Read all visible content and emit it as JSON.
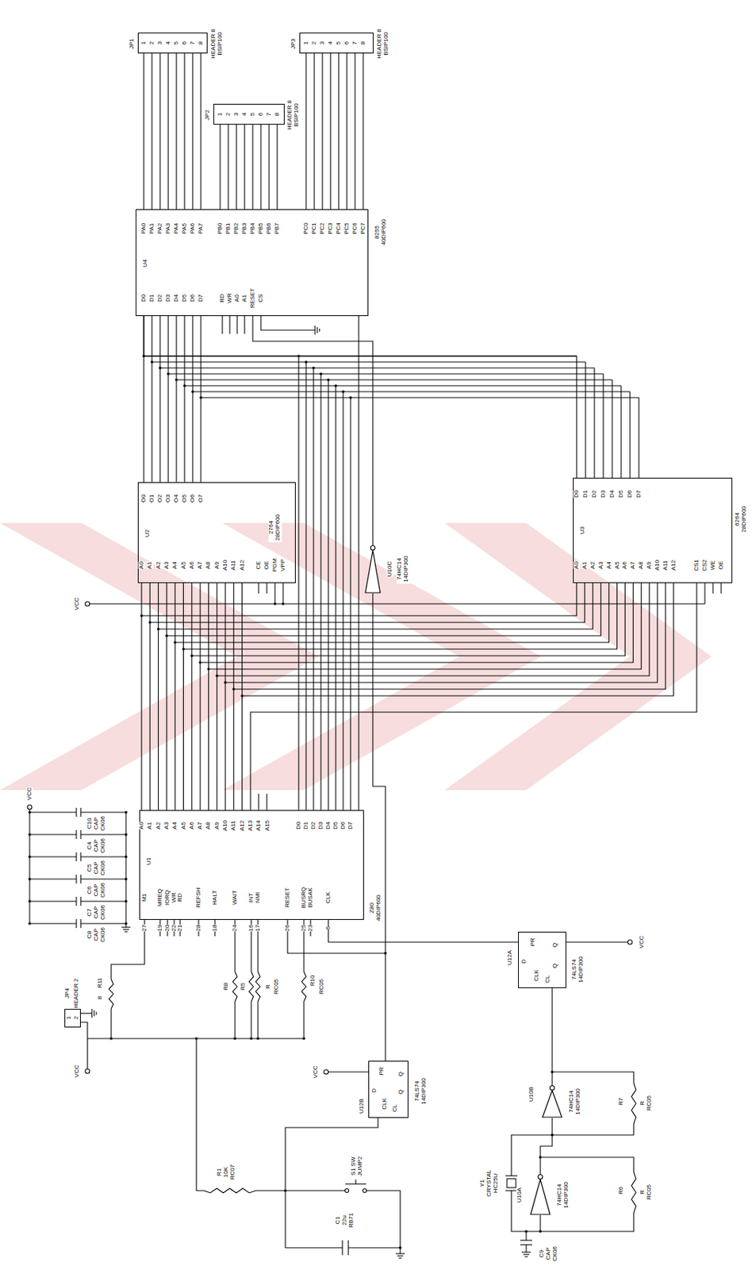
{
  "diagram": {
    "nodes": [
      {
        "text": [
          "JP1",
          "HEADER 8 BSIP100"
        ]
      },
      {
        "text": [
          "JP2",
          "HEADER 8 BSIP100"
        ]
      },
      {
        "text": [
          "JP3",
          "HEADER 8 BSIP100"
        ]
      },
      {
        "text": [
          "U4",
          "8255 40DIP600"
        ]
      },
      {
        "text": [
          "U2",
          "2764 28DIP600"
        ]
      },
      {
        "text": [
          "U10C",
          "74HC14 14DIP300"
        ]
      },
      {
        "text": [
          "U3",
          "6264 28DIP600"
        ]
      },
      {
        "text": [
          "U1",
          "Z80 40DIP600"
        ]
      },
      {
        "text": [
          "JP4",
          "HEADER 2"
        ]
      },
      {
        "text": [
          "U12A",
          "74LS74 14DIP300"
        ]
      },
      {
        "text": [
          "U12B",
          "74LS74 14DIP300"
        ]
      },
      {
        "text": [
          "U10B",
          "74HC14 14DIP300"
        ]
      },
      {
        "text": [
          "U10A",
          "74HC14 14DIP300"
        ]
      }
    ],
    "edges": [
      {
        "from": 7,
        "to": 4,
        "arrow": "none"
      },
      {
        "from": 7,
        "to": 6,
        "arrow": "none"
      },
      {
        "from": 7,
        "to": 3,
        "arrow": "none"
      },
      {
        "from": 3,
        "to": 0,
        "arrow": "none"
      },
      {
        "from": 3,
        "to": 1,
        "arrow": "none"
      },
      {
        "from": 3,
        "to": 2,
        "arrow": "none"
      },
      {
        "from": 5,
        "to": 3,
        "arrow": "none"
      },
      {
        "from": 10,
        "to": 7,
        "arrow": "none"
      },
      {
        "from": 9,
        "to": 7,
        "arrow": "none"
      },
      {
        "from": 12,
        "to": 11,
        "arrow": "none"
      },
      {
        "from": 11,
        "to": 9,
        "arrow": "none"
      },
      {
        "from": 4,
        "to": 3,
        "arrow": "none"
      },
      {
        "from": 6,
        "to": 3,
        "arrow": "none"
      }
    ],
    "labels": [
      "A0",
      "A1",
      "A2",
      "A3",
      "A4",
      "A5",
      "A6",
      "A7",
      "A8",
      "A9",
      "A10",
      "A11",
      "A12",
      "A13",
      "A14",
      "A15",
      "D0",
      "D1",
      "D2",
      "D3",
      "D4",
      "D5",
      "D6",
      "D7",
      "M1",
      "MREQ",
      "IORQ",
      "WR",
      "RD",
      "REFSH",
      "HALT",
      "WAIT",
      "INT",
      "NMI",
      "RESET",
      "BUSRQ",
      "BUSAK",
      "CLK",
      "27",
      "19",
      "20",
      "22",
      "21",
      "28",
      "18",
      "24",
      "16",
      "17",
      "26",
      "25",
      "23",
      "6",
      "O0",
      "O1",
      "O2",
      "O3",
      "O4",
      "O5",
      "O6",
      "O7",
      "A0",
      "A1",
      "A2",
      "A3",
      "A4",
      "A5",
      "A6",
      "A7",
      "A8",
      "A9",
      "A10",
      "A11",
      "A12",
      "CE",
      "OE",
      "PGM",
      "VPP",
      "D0",
      "D1",
      "D2",
      "D3",
      "D4",
      "D5",
      "D6",
      "D7",
      "A0",
      "A1",
      "A2",
      "A3",
      "A4",
      "A5",
      "A6",
      "A7",
      "A8",
      "A9",
      "A10",
      "A11",
      "A12",
      "CS1",
      "CS2",
      "WE",
      "OE",
      "PA0",
      "PA1",
      "PA2",
      "PA3",
      "PA4",
      "PA5",
      "PA6",
      "PA7",
      "PB0",
      "PB1",
      "PB2",
      "PB3",
      "PB4",
      "PB5",
      "PB6",
      "PB7",
      "PC0",
      "PC1",
      "PC2",
      "PC3",
      "PC4",
      "PC5",
      "PC6",
      "PC7",
      "D0",
      "D1",
      "D2",
      "D3",
      "D4",
      "D5",
      "D6",
      "D7",
      "RD",
      "WR",
      "A0",
      "A1",
      "RESET",
      "CS",
      "1",
      "2",
      "3",
      "4",
      "5",
      "6",
      "7",
      "8",
      "1",
      "2",
      "3",
      "4",
      "5",
      "6",
      "7",
      "8",
      "1",
      "2",
      "3",
      "4",
      "5",
      "6",
      "7",
      "8",
      "1",
      "2",
      "C10 CAP CK06",
      "C4 CAP CK06",
      "C5 CAP CK06",
      "C6 CAP CK06",
      "C7 CAP CK06",
      "C8 CAP CK06",
      "VCC",
      "VCC",
      "VCC",
      "VCC",
      "VCC",
      "R8",
      "R5",
      "R",
      "RC05",
      "R10",
      "RC05",
      "R11",
      "8",
      "R1 10K RC07",
      "S1 SW JUMP2",
      "C1 22u RB71",
      "Y1 CRYSTAL HC25U",
      "R7",
      "R RC05",
      "R6",
      "R RC05",
      "C9 CAP CK06",
      "D",
      "PR",
      "CLK",
      "Q",
      "Q",
      "CL",
      "D",
      "PR",
      "CLK",
      "Q",
      "Q",
      "CL"
    ]
  }
}
